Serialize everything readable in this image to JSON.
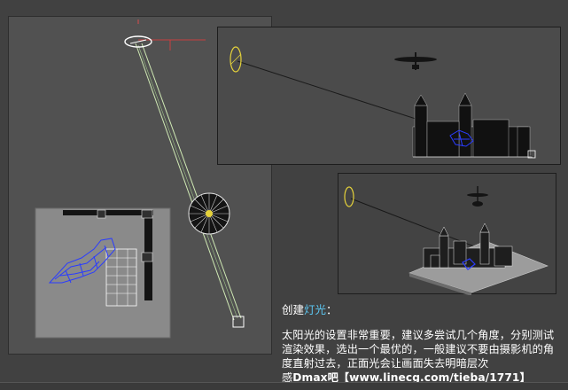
{
  "caption": {
    "heading_prefix": "创建",
    "heading_accent": "灯光",
    "heading_suffix": "：",
    "body": "太阳光的设置非常重要，建议多尝试几个角度，分别测试渲染效果，选出一个最优的，一般建议不要由摄影机的角度直射过去，正面光会让画面失去明暗层次",
    "watermark_lead": "感",
    "watermark": "Dmax吧【www.linecg.com/tieba/1771】"
  },
  "colors": {
    "background": "#414141",
    "viewport_main": "#515151",
    "viewport_top": "#4b4b4b",
    "viewport_persp": "#434343",
    "light_beam": "#cfe9b4",
    "light_icon": "#e5d23a",
    "camera_blue": "#2a3cff",
    "accent_text": "#5cc7f2"
  },
  "viewports": {
    "main": {
      "name": "top-viewport-with-sun-light"
    },
    "top": {
      "name": "front-viewport-building"
    },
    "persp": {
      "name": "perspective-viewport-building"
    }
  }
}
